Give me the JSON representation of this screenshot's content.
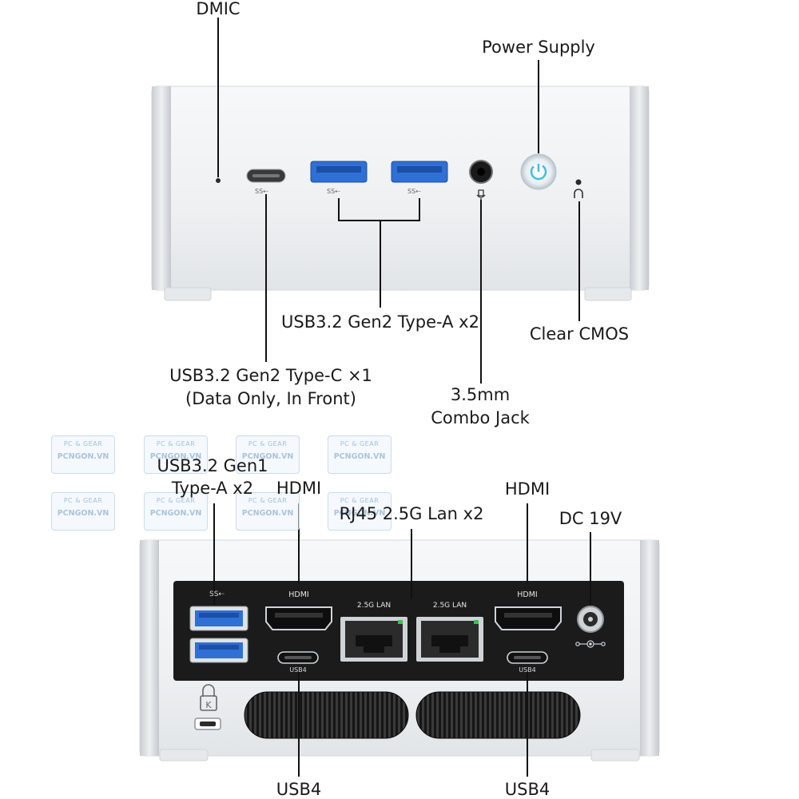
{
  "front": {
    "labels": {
      "dmic": "DMIC",
      "power_supply": "Power Supply",
      "usb_a": "USB3.2 Gen2 Type-A x2",
      "clear_cmos": "Clear CMOS",
      "usb_c_line1": "USB3.2 Gen2 Type-C ×1",
      "usb_c_line2": "(Data Only, In Front)",
      "jack_line1": "3.5mm",
      "jack_line2": "Combo Jack"
    },
    "port_marks": {
      "ss": "SS⇠"
    }
  },
  "rear": {
    "labels": {
      "usb_gen1_line1": "USB3.2 Gen1",
      "usb_gen1_line2": "Type-A x2",
      "hdmi_left": "HDMI",
      "rj45": "RJ45 2.5G Lan x2",
      "hdmi_right": "HDMI",
      "dc": "DC 19V",
      "usb4_left": "USB4",
      "usb4_right": "USB4"
    },
    "panel_text": {
      "ss": "SS⇠",
      "hdmi_left": "HDMI",
      "lan_left": "2.5G LAN",
      "lan_right": "2.5G LAN",
      "hdmi_right": "HDMI",
      "usb4_left": "USB4",
      "usb4_right": "USB4"
    }
  },
  "watermark": {
    "top": "PC & GEAR",
    "bottom": "PCNGON.VN"
  },
  "colors": {
    "usb_blue": "#2f6fd6",
    "power_glow": "#5fd0e6",
    "lan_led": "#39c24a",
    "panel": "#1b1b1b"
  }
}
